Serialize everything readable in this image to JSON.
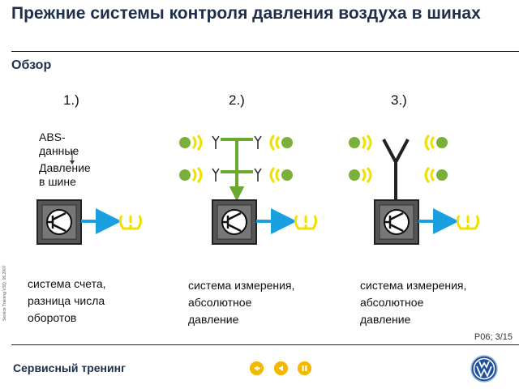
{
  "header": {
    "title": "Прежние системы контроля давления воздуха в шинах",
    "subtitle": "Обзор"
  },
  "columns": [
    {
      "number": "1.)",
      "caption": [
        "система счета,",
        "разница числа",
        "оборотов"
      ]
    },
    {
      "number": "2.)",
      "caption": [
        "система измерения,",
        "абсолютное",
        "давление"
      ]
    },
    {
      "number": "3.)",
      "caption": [
        "система измерения,",
        "абсолютное",
        "давление"
      ]
    }
  ],
  "abs_block": {
    "line1": "ABS-",
    "line2": "данные",
    "line3": "Давление",
    "line4": "в шине"
  },
  "sidebar_text": "Service Training VSQ, 06.2007",
  "page_number": "P06; 3/15",
  "footer": {
    "label": "Сервисный тренинг"
  },
  "colors": {
    "title": "#1f2f4a",
    "wheel_green": "#7ab03a",
    "arc_yellow": "#f0e000",
    "arrow_blue": "#1a9fe0",
    "wire_green": "#6aa830",
    "nav_red": "#c0392b",
    "nav_yellow": "#f5b800"
  },
  "icons": [
    "transistor-icon",
    "tire-pressure-warning-icon",
    "antenna-icon",
    "vw-logo-icon",
    "nav-back-icon",
    "nav-prev-icon",
    "nav-pause-icon"
  ]
}
